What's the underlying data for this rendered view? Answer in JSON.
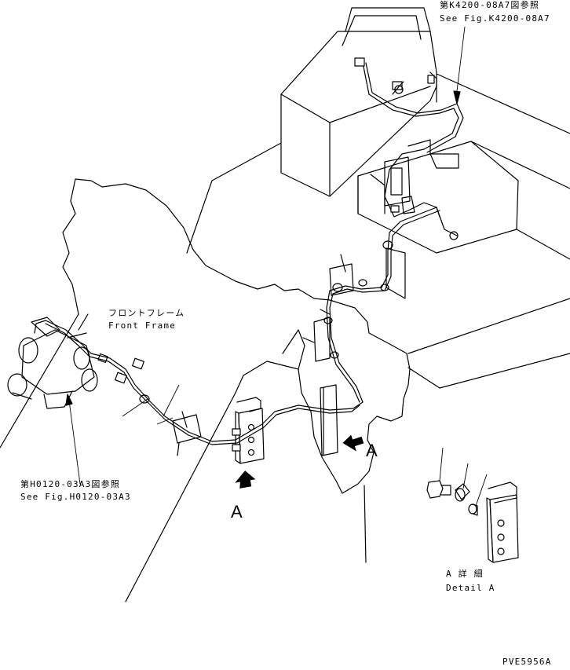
{
  "refs": {
    "k4200_ja": "第K4200-08A7図参照",
    "k4200_en": "See Fig.K4200-08A7",
    "h0120_ja": "第H0120-03A3図参照",
    "h0120_en": "See Fig.H0120-03A3"
  },
  "front_frame": {
    "ja": "フロントフレーム",
    "en": "Front Frame"
  },
  "view_markers": {
    "arrow_a_bottom": "A",
    "arrow_a_side": "A"
  },
  "detail": {
    "ja": "A 詳 細",
    "en": "Detail A"
  },
  "drawing_number": "PVE5956A"
}
